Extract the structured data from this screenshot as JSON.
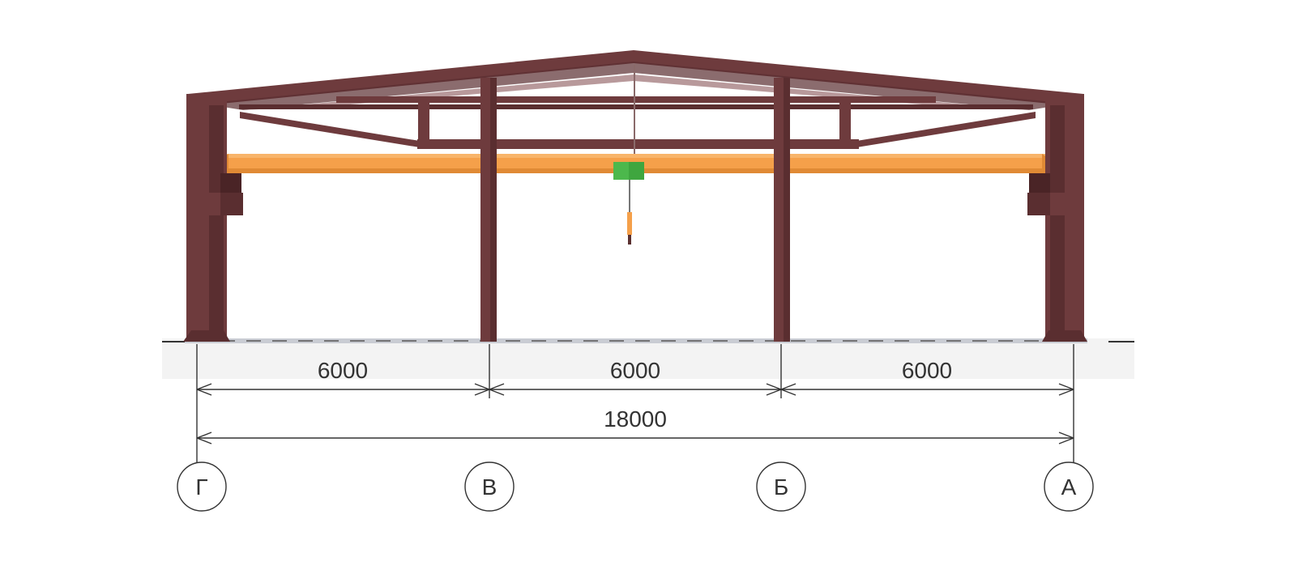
{
  "dimensions": {
    "spans": [
      "6000",
      "6000",
      "6000"
    ],
    "total": "18000"
  },
  "axes": [
    "Г",
    "В",
    "Б",
    "А"
  ],
  "colors": {
    "steel": "#6e3b3d",
    "steel_dark": "#5a2e30",
    "steel_light": "#7d4648",
    "crane_beam": "#f5a04a",
    "crane_beam_dark": "#e08a35",
    "hoist": "#4cb84c",
    "dim_line": "#333333"
  },
  "icons": {
    "axis_marker": "circle-axis-marker",
    "dimension_arrow": "dimension-arrow"
  }
}
